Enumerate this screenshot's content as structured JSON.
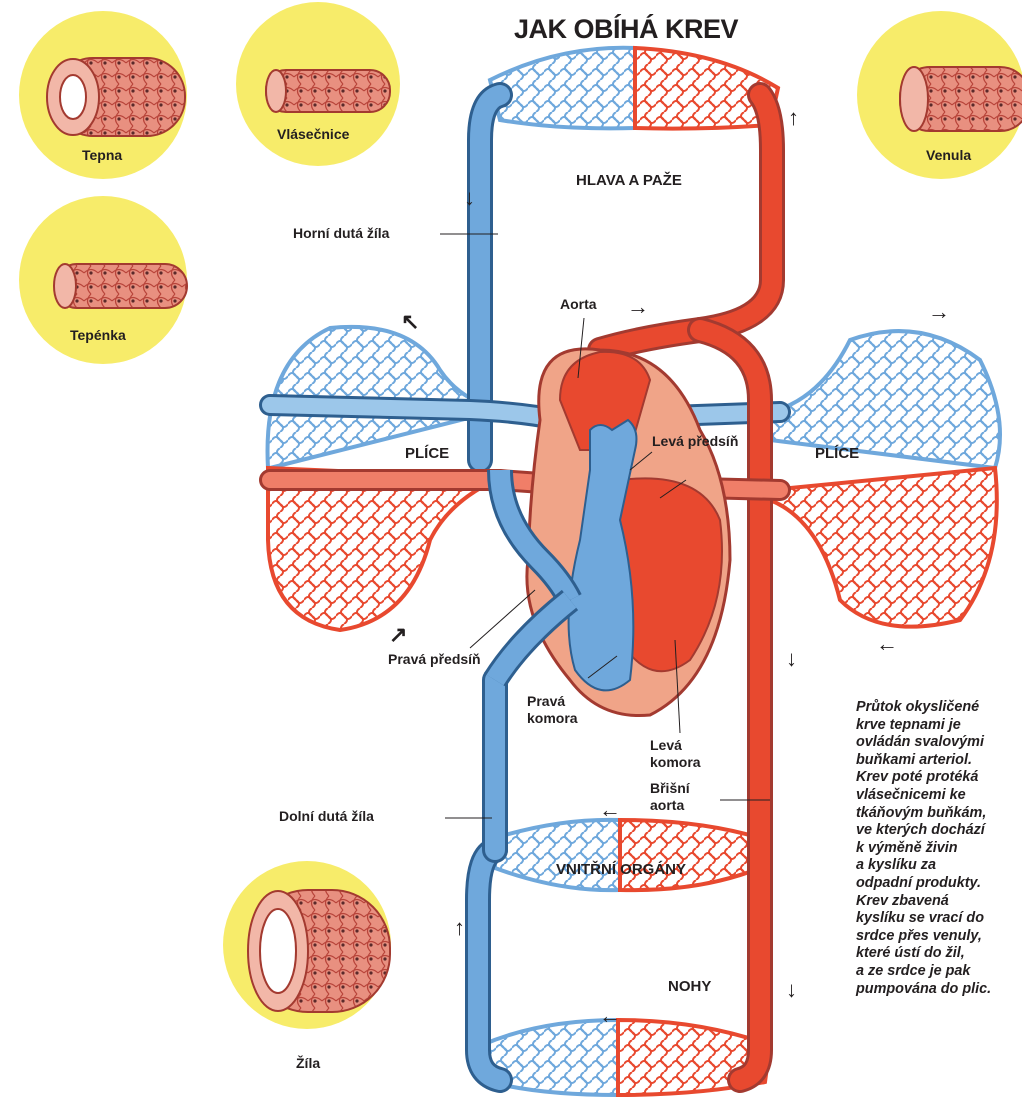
{
  "title": "JAK OBÍHÁ KREV",
  "vessel_captions": {
    "artery": "Tepna",
    "capillary": "Vlásečnice",
    "arteriole": "Tepénka",
    "venule": "Venula",
    "vein": "Žíla"
  },
  "regions": {
    "head_arms": "HLAVA A PAŽE",
    "lungs_left": "PLÍCE",
    "lungs_right": "PLÍCE",
    "internal_organs": "VNITŘNÍ ORGÁNY",
    "legs": "NOHY"
  },
  "labels": {
    "superior_vena_cava": "Horní dutá žíla",
    "aorta": "Aorta",
    "left_atrium": "Levá předsíň",
    "right_atrium": "Pravá předsíň",
    "right_ventricle_1": "Pravá",
    "right_ventricle_2": "komora",
    "left_ventricle_1": "Levá",
    "left_ventricle_2": "komora",
    "abdominal_aorta_1": "Břišní",
    "abdominal_aorta_2": "aorta",
    "inferior_vena_cava": "Dolní dutá žíla"
  },
  "note_lines": [
    "Průtok okysličené",
    "krve tepnami je",
    "ovládán svalovými",
    "buňkami arteriol.",
    "Krev poté protéká",
    "vlásečnicemi ke",
    "tkáňovým buňkám,",
    "ve kterých dochází",
    "k výměně živin",
    "a kyslíku za",
    "odpadní produkty.",
    "Krev zbavená",
    "kyslíku se vrací do",
    "srdce přes venuly,",
    "které ústí do žil,",
    "a ze srdce je pak",
    "pumpována do plic."
  ],
  "colors": {
    "oxygenated_blood": "#e8492f",
    "deoxygenated_blood": "#6fa8dc",
    "inset_circle": "#f7ec6a",
    "vessel_tissue": "#e07a6a"
  }
}
